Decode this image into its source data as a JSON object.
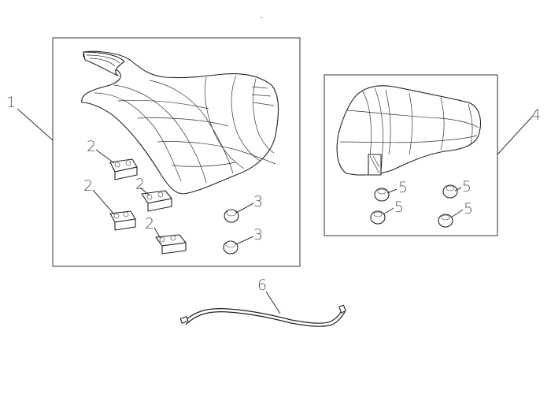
{
  "callouts": {
    "c1": "1",
    "c2a": "2",
    "c2b": "2",
    "c2c": "2",
    "c2d": "2",
    "c3a": "3",
    "c3b": "3",
    "c4": "4",
    "c5a": "5",
    "c5b": "5",
    "c5c": "5",
    "c5d": "5",
    "c6": "6"
  },
  "top_mark": "-"
}
